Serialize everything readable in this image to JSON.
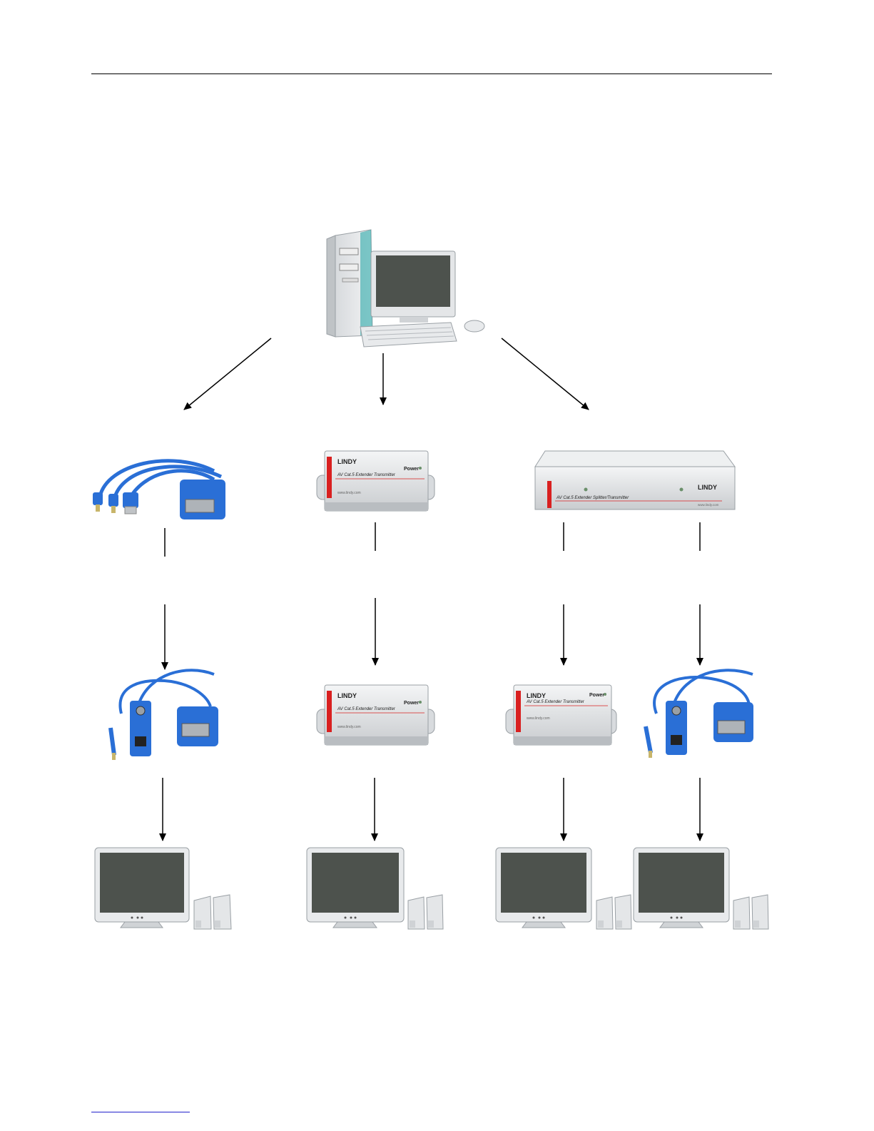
{
  "devices": {
    "transmitter_brand": "LINDY",
    "transmitter_model": "AV Cat.5 Extender Transmitter",
    "transmitter_power": "Power",
    "transmitter_url": "www.lindy.com",
    "splitter_brand": "LINDY",
    "splitter_model": "AV Cat.5 Extender Splitter/Transmitter",
    "splitter_url": "www.lindy.com"
  },
  "colors": {
    "accent_red": "#d92020",
    "cable_blue": "#2a6fd6",
    "screen": "#4d524d",
    "casing": "#e4e6e8",
    "teal": "#1aa3a3"
  }
}
